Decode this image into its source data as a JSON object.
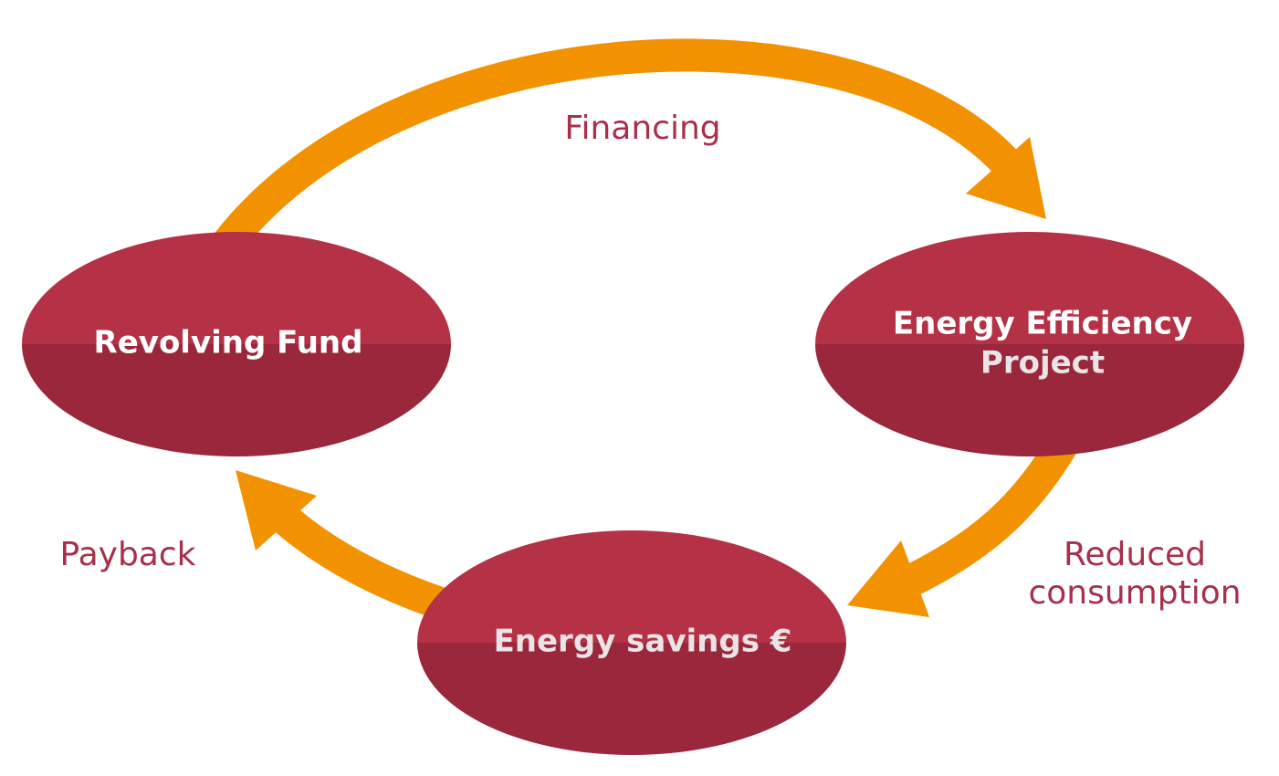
{
  "colors": {
    "node_top": "#b43146",
    "node_bottom": "#9a273c",
    "arrow": "#f39200",
    "edge_text": "#a8304a",
    "node_text": "#ffffff",
    "node_text_secondary": "#ebe4e6"
  },
  "nodes": {
    "revolving_fund": {
      "label": "Revolving Fund"
    },
    "energy_efficiency_project": {
      "line1": "Energy Efficiency",
      "line2": "Project"
    },
    "energy_savings": {
      "label": "Energy savings €"
    }
  },
  "edges": {
    "financing": {
      "label": "Financing"
    },
    "reduced_consumption": {
      "line1": "Reduced",
      "line2": "consumption"
    },
    "payback": {
      "label": "Payback"
    }
  }
}
